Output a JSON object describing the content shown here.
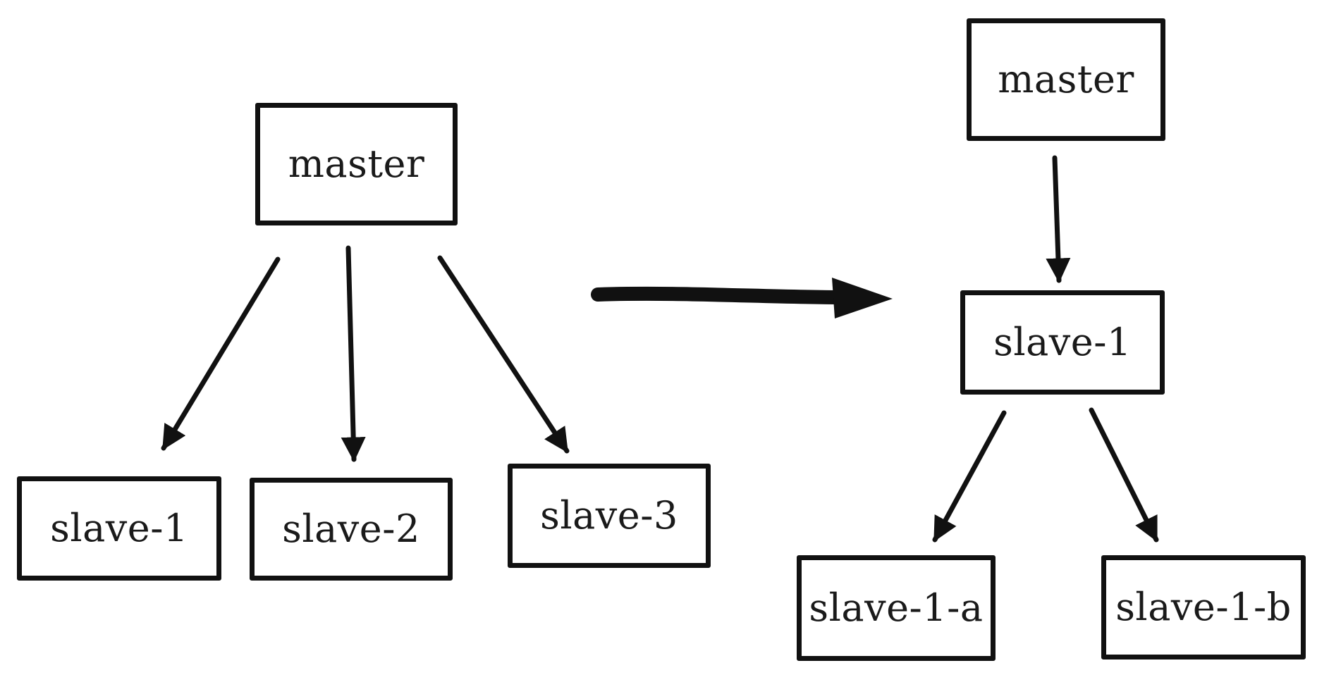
{
  "diagram": {
    "left_tree": {
      "root": "master",
      "children": [
        "slave-1",
        "slave-2",
        "slave-3"
      ]
    },
    "right_tree": {
      "root": "master",
      "middle": "slave-1",
      "leaves": [
        "slave-1-a",
        "slave-1-b"
      ]
    },
    "edges": [
      {
        "from": "left.master",
        "to": "left.slave-1"
      },
      {
        "from": "left.master",
        "to": "left.slave-2"
      },
      {
        "from": "left.master",
        "to": "left.slave-3"
      },
      {
        "from": "left",
        "to": "right",
        "kind": "transition"
      },
      {
        "from": "right.master",
        "to": "right.slave-1"
      },
      {
        "from": "right.slave-1",
        "to": "right.slave-1-a"
      },
      {
        "from": "right.slave-1",
        "to": "right.slave-1-b"
      }
    ],
    "colors": {
      "stroke": "#111111",
      "text": "#1a1a1a",
      "background": "#ffffff"
    }
  }
}
